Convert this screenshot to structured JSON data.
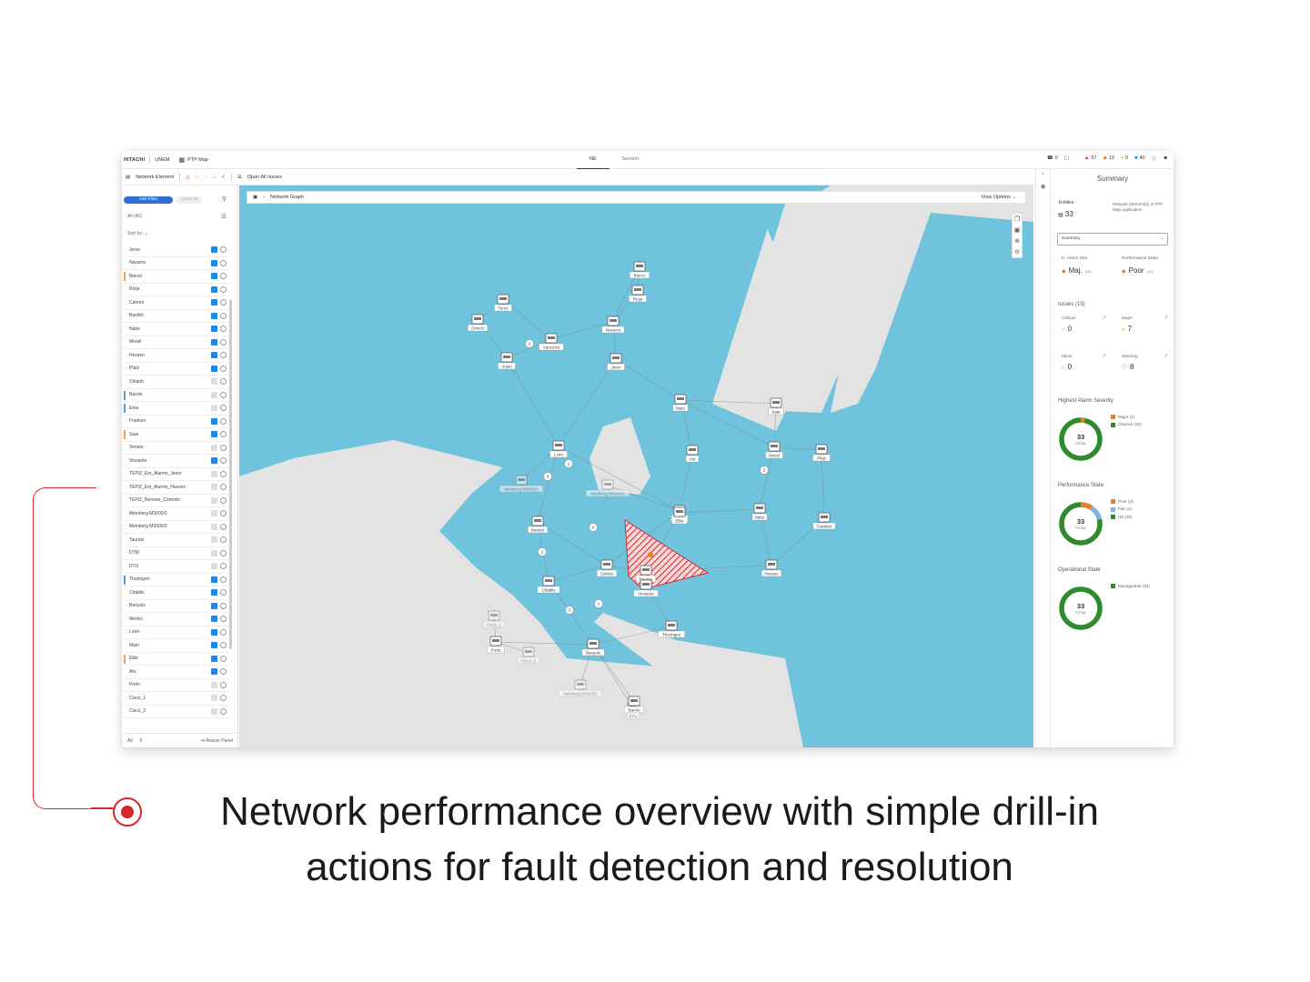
{
  "topbar": {
    "logo": "HITACHI",
    "app": "UNEM",
    "view": "PTP Map",
    "tabs": [
      {
        "label": "NE",
        "active": true
      },
      {
        "label": "Section",
        "active": false
      }
    ],
    "notif_count": "0",
    "alarms": [
      {
        "icon": "critical-triangle-icon",
        "color": "#d9262b",
        "count": "57"
      },
      {
        "icon": "major-diamond-icon",
        "color": "#e67e22",
        "count": "13"
      },
      {
        "icon": "minor-icon",
        "color": "#f1c40f",
        "count": "0"
      },
      {
        "icon": "info-icon",
        "color": "#1e88e5",
        "count": "40"
      }
    ]
  },
  "toolbar": {
    "network_element": "Network Element",
    "open_all_issues": "Open All Issues"
  },
  "left": {
    "add_filter": "Add Filter",
    "clear_all": "Clear All",
    "all_count": "All (40)",
    "sort_by": "Sort by:",
    "items": [
      {
        "label": "Jerez",
        "mark": "",
        "checked": true
      },
      {
        "label": "Navarra",
        "mark": "",
        "checked": true
      },
      {
        "label": "Bierzo",
        "mark": "#f0a35e",
        "checked": true
      },
      {
        "label": "Rioja",
        "mark": "",
        "checked": true
      },
      {
        "label": "Cahors",
        "mark": "",
        "checked": true
      },
      {
        "label": "Bandol",
        "mark": "",
        "checked": true
      },
      {
        "label": "Nahe",
        "mark": "",
        "checked": true
      },
      {
        "label": "Mosel",
        "mark": "",
        "checked": true
      },
      {
        "label": "Hessen",
        "mark": "",
        "checked": true
      },
      {
        "label": "Pfalz",
        "mark": "",
        "checked": true
      },
      {
        "label": "Chianti",
        "mark": "",
        "checked": false
      },
      {
        "label": "Barolo",
        "mark": "#5b9bd5",
        "checked": false
      },
      {
        "label": "Etna",
        "mark": "#5b9bd5",
        "checked": false
      },
      {
        "label": "Franken",
        "mark": "",
        "checked": true
      },
      {
        "label": "Saar",
        "mark": "#f0a35e",
        "checked": true
      },
      {
        "label": "Veneto",
        "mark": "",
        "checked": false
      },
      {
        "label": "Vinsanto",
        "mark": "",
        "checked": true
      },
      {
        "label": "TEPIZ_Ext_Alarms_Jerez",
        "mark": "",
        "checked": false
      },
      {
        "label": "TEPIZ_Ext_Alarms_Hessen",
        "mark": "",
        "checked": false
      },
      {
        "label": "TEPIZ_Remote_Controls",
        "mark": "",
        "checked": false
      },
      {
        "label": "Meinberg M3000/2",
        "mark": "",
        "checked": false
      },
      {
        "label": "Meinberg M3000/3",
        "mark": "",
        "checked": false
      },
      {
        "label": "Taurasi",
        "mark": "",
        "checked": false
      },
      {
        "label": "DTM",
        "mark": "",
        "checked": false
      },
      {
        "label": "DTU",
        "mark": "",
        "checked": false
      },
      {
        "label": "Thuringen",
        "mark": "#5b9bd5",
        "checked": true
      },
      {
        "label": "Chablis",
        "mark": "",
        "checked": true
      },
      {
        "label": "Banyuls",
        "mark": "",
        "checked": true
      },
      {
        "label": "Medoc",
        "mark": "",
        "checked": true
      },
      {
        "label": "Loire",
        "mark": "",
        "checked": true
      },
      {
        "label": "Main",
        "mark": "",
        "checked": true
      },
      {
        "label": "Elbe",
        "mark": "#f0a35e",
        "checked": true
      },
      {
        "label": "Ahr",
        "mark": "",
        "checked": true
      },
      {
        "label": "Porto",
        "mark": "",
        "checked": false
      },
      {
        "label": "Cisco_1",
        "mark": "",
        "checked": false
      },
      {
        "label": "Cisco_2",
        "mark": "",
        "checked": false
      }
    ],
    "footer": {
      "all": "All",
      "zero": "0",
      "resize": "Resize Panel"
    }
  },
  "map": {
    "breadcrumb": "Network Graph",
    "view_options": "View Options",
    "water_color": "#6fc3dc",
    "land_color": "#e3e3e3",
    "fault_color": "#d9262b",
    "nodes": [
      {
        "label": "Bierzo"
      },
      {
        "label": "Rioja"
      },
      {
        "label": "Tours"
      },
      {
        "label": "Chinon"
      },
      {
        "label": "Navarra"
      },
      {
        "label": "Sancerre"
      },
      {
        "label": "Anjou"
      },
      {
        "label": "Jerez"
      },
      {
        "label": "Main"
      },
      {
        "label": "Saar"
      },
      {
        "label": "Loire"
      },
      {
        "label": "Ahr"
      },
      {
        "label": "Mosel"
      },
      {
        "label": "Pfalz"
      },
      {
        "label": "Medoc"
      },
      {
        "label": "Meinberg M3000/3"
      },
      {
        "label": "Meinberg M3000/2"
      },
      {
        "label": "Elbe"
      },
      {
        "label": "Nahe"
      },
      {
        "label": "Franken"
      },
      {
        "label": "Bandol"
      },
      {
        "label": "Cahors"
      },
      {
        "label": "Rousse"
      },
      {
        "label": "Hessen"
      },
      {
        "label": "Chablis"
      },
      {
        "label": "Vinsanto"
      },
      {
        "label": "Thuringen"
      },
      {
        "label": "Cisco_1"
      },
      {
        "label": "Porto"
      },
      {
        "label": "Cisco_2"
      },
      {
        "label": "Banyuls"
      },
      {
        "label": "Meinberg M3000/1"
      },
      {
        "label": "DTU"
      },
      {
        "label": "Barolo"
      }
    ],
    "cluster_counts": [
      "2",
      "2",
      "3",
      "2",
      "3",
      "2",
      "2",
      "2"
    ]
  },
  "right": {
    "title": "Summary",
    "entities_label": "Entities",
    "entities_value": "33",
    "entities_desc": "Network Element(s) in PTP Map Application",
    "select_value": "Summary",
    "h_alarm_label": "H. Alarm Sev.",
    "h_alarm_value": "Maj.",
    "h_alarm_count": "(24)",
    "perf_label": "Performance State",
    "perf_value": "Poor",
    "perf_count": "(13)",
    "issues_title": "Issues (15)",
    "issues": [
      {
        "label": "Critical",
        "value": "0",
        "icon": "check-circle-icon"
      },
      {
        "label": "Major",
        "value": "7",
        "icon": "major-dot-icon"
      },
      {
        "label": "Minor",
        "value": "0",
        "icon": "check-circle-icon"
      },
      {
        "label": "Warning",
        "value": "8",
        "icon": "warning-circle-icon"
      }
    ],
    "donuts": [
      {
        "title": "Highest Alarm Severity",
        "total": "33",
        "total_label": "TOTAL",
        "legend": [
          {
            "label": "Major (1)",
            "color": "#e67e22",
            "value": 1
          },
          {
            "label": "Cleared (32)",
            "color": "#2e8b2e",
            "value": 32
          }
        ]
      },
      {
        "title": "Performance State",
        "total": "33",
        "total_label": "TOTAL",
        "legend": [
          {
            "label": "Poor (3)",
            "color": "#e67e22",
            "value": 3
          },
          {
            "label": "Fair (4)",
            "color": "#7fb3e0",
            "value": 4
          },
          {
            "label": "Ok (26)",
            "color": "#2e8b2e",
            "value": 26
          }
        ]
      },
      {
        "title": "Operational State",
        "total": "33",
        "total_label": "TOTAL",
        "legend": [
          {
            "label": "Manageable (33)",
            "color": "#2e8b2e",
            "value": 33
          }
        ]
      }
    ]
  },
  "caption": {
    "line1": "Network performance overview with simple drill-in",
    "line2": "actions for fault detection and resolution"
  }
}
